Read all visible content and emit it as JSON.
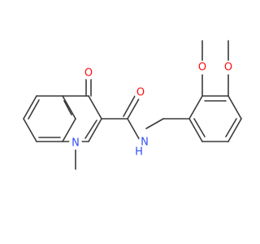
{
  "molecule": {
    "colors": {
      "oxygen": "#ff0d0d",
      "nitrogen": "#3050f8",
      "carbon": "#3a3a3a"
    },
    "atoms": {
      "o_ketone": {
        "label": "O",
        "element": "oxygen"
      },
      "o_amide": {
        "label": "O",
        "element": "oxygen"
      },
      "n_amide": {
        "label": "N",
        "element": "nitrogen"
      },
      "h_amide": {
        "label": "H",
        "element": "nitrogen"
      },
      "n_ring": {
        "label": "N",
        "element": "nitrogen"
      },
      "o_methoxy_top": {
        "label": "O",
        "element": "oxygen"
      },
      "o_methoxy_right": {
        "label": "O",
        "element": "oxygen"
      }
    }
  }
}
